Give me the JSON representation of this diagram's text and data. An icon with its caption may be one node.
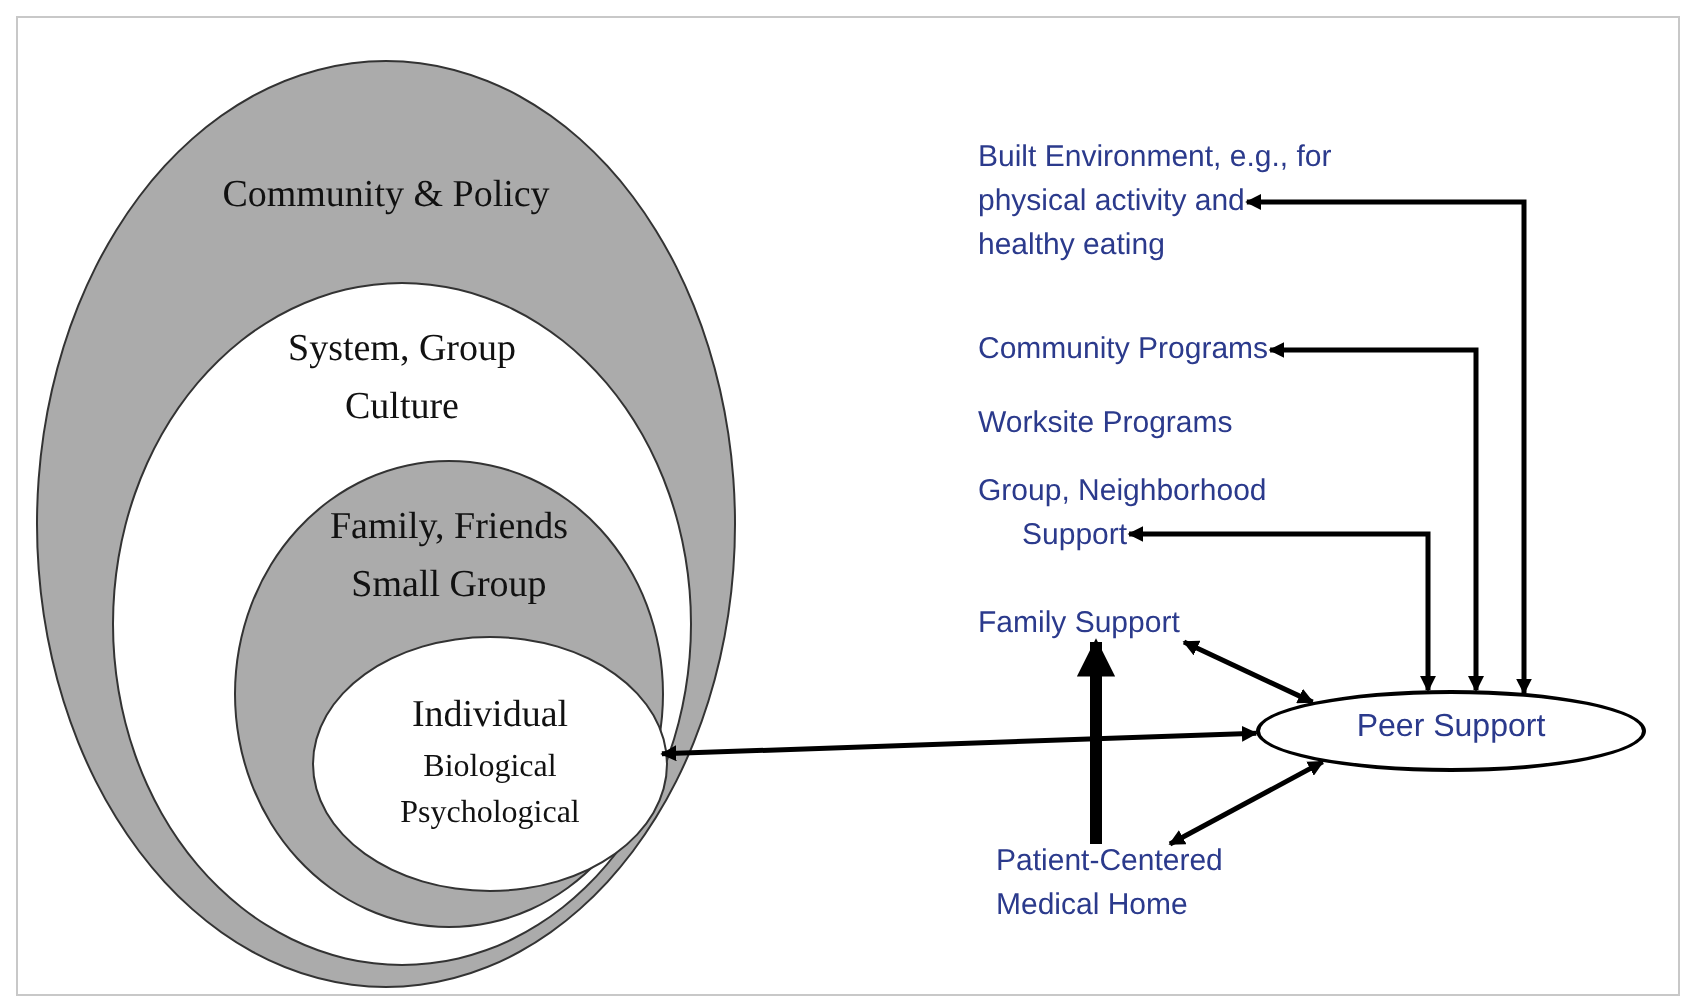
{
  "diagram": {
    "nodes": [
      {
        "text": [
          "Community & Policy"
        ]
      },
      {
        "text": [
          "System, Group Culture"
        ],
        "in": 0
      },
      {
        "text": [
          "Family, Friends Small Group"
        ],
        "in": 1
      },
      {
        "text": [
          "Individual",
          "Biological Psychological"
        ],
        "in": 2
      },
      {
        "text": [
          "Built Environment, e.g., for physical activity and healthy eating"
        ]
      },
      {
        "text": [
          "Community Programs"
        ]
      },
      {
        "text": [
          "Worksite Programs"
        ]
      },
      {
        "text": [
          "Group, Neighborhood Support"
        ]
      },
      {
        "text": [
          "Family Support"
        ]
      },
      {
        "text": [
          "Peer Support"
        ]
      },
      {
        "text": [
          "Patient-Centered Medical Home"
        ]
      }
    ],
    "edges": [
      {
        "from": 3,
        "to": 9,
        "arrow": "both"
      },
      {
        "from": 7,
        "to": 9,
        "arrow": "both"
      },
      {
        "from": 5,
        "to": 9,
        "arrow": "both"
      },
      {
        "from": 4,
        "to": 9,
        "arrow": "both"
      },
      {
        "from": 8,
        "to": 9,
        "arrow": "both"
      },
      {
        "from": 10,
        "to": 9,
        "arrow": "both"
      },
      {
        "from": 10,
        "to": 8,
        "arrow": "to",
        "style": "thick"
      }
    ]
  }
}
